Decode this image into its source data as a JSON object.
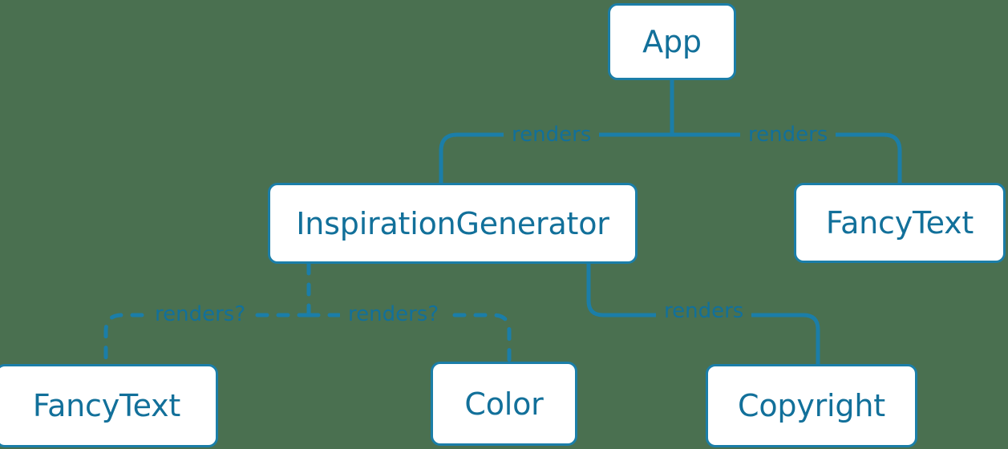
{
  "diagram": {
    "type": "component-tree",
    "background_color": "#4a7050",
    "node_fill_color": "#ffffff",
    "node_border_color": "#1b7ea8",
    "text_color": "#12709a",
    "edge_color": "#1b7ea8",
    "nodes": [
      {
        "id": "app",
        "label": "App"
      },
      {
        "id": "inspiration",
        "label": "InspirationGenerator"
      },
      {
        "id": "fancytext_right",
        "label": "FancyText"
      },
      {
        "id": "fancytext_bottom",
        "label": "FancyText"
      },
      {
        "id": "color",
        "label": "Color"
      },
      {
        "id": "copyright",
        "label": "Copyright"
      }
    ],
    "edges": [
      {
        "from": "app",
        "to": "inspiration",
        "label": "renders",
        "style": "solid"
      },
      {
        "from": "app",
        "to": "fancytext_right",
        "label": "renders",
        "style": "solid"
      },
      {
        "from": "inspiration",
        "to": "fancytext_bottom",
        "label": "renders?",
        "style": "dashed"
      },
      {
        "from": "inspiration",
        "to": "color",
        "label": "renders?",
        "style": "dashed"
      },
      {
        "from": "inspiration",
        "to": "copyright",
        "label": "renders",
        "style": "solid"
      }
    ]
  }
}
